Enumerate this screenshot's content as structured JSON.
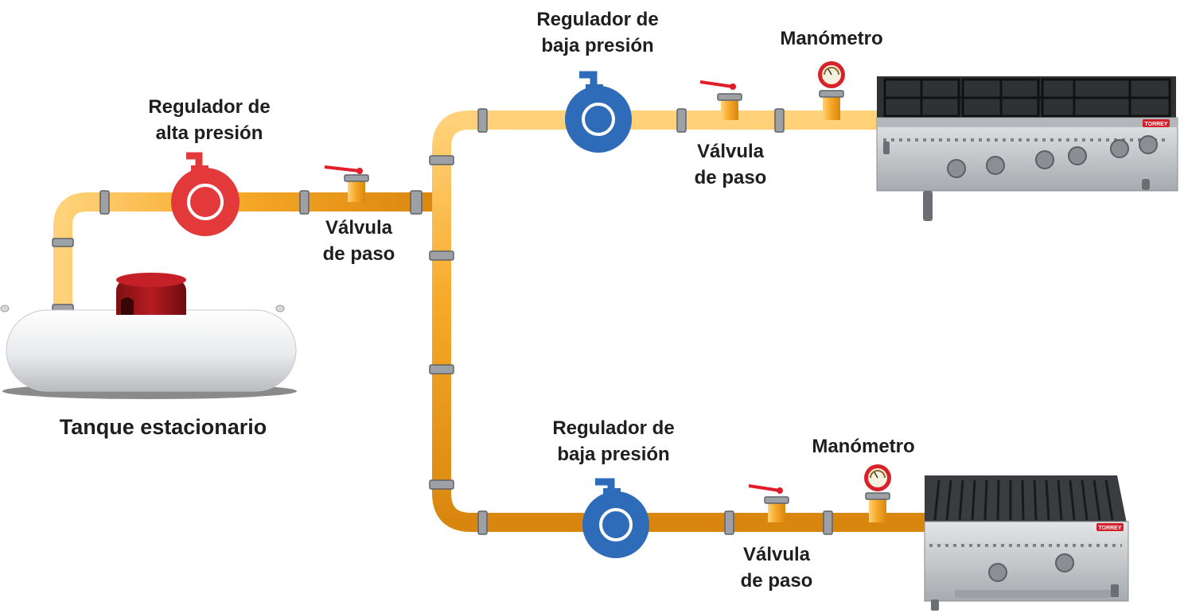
{
  "labels": {
    "tank": "Tanque estacionario",
    "high_regulator": [
      "Regulador de",
      "alta presión"
    ],
    "low_regulator_top": [
      "Regulador de",
      "baja presión"
    ],
    "low_regulator_bottom": [
      "Regulador de",
      "baja presión"
    ],
    "valve_main": [
      "Válvula",
      "de paso"
    ],
    "valve_top": [
      "Válvula",
      "de paso"
    ],
    "valve_bottom": [
      "Válvula",
      "de paso"
    ],
    "gauge_top": "Manómetro",
    "gauge_bottom": "Manómetro",
    "brand_stove": "TORREY",
    "brand_grill": "TORREY"
  },
  "colors": {
    "pipe": "#f5a623",
    "pipe_highlight": "#ffd27a",
    "high_regulator": "#e4393b",
    "low_regulator": "#2e6bb8",
    "valve_handle": "#e11d2a",
    "tank_cap": "#9b1418",
    "stainless": "#c9cbcd"
  }
}
